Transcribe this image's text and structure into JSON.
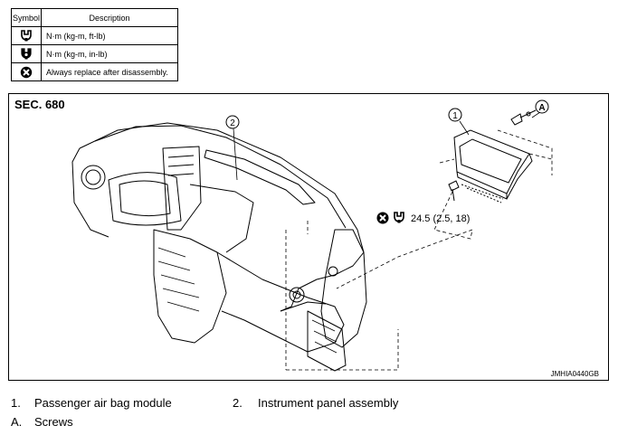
{
  "legend": {
    "header_symbol": "Symbol",
    "header_description": "Description",
    "rows": [
      {
        "icon": "torque-wrench-ftlb-icon",
        "description": "N·m (kg-m, ft-lb)"
      },
      {
        "icon": "torque-wrench-inlb-icon",
        "description": "N·m (kg-m, in-lb)"
      },
      {
        "icon": "always-replace-icon",
        "description": "Always replace after disassembly."
      }
    ]
  },
  "figure": {
    "section": "SEC. 680",
    "callouts": [
      "1",
      "2",
      "A"
    ],
    "torque_spec": "24.5 (2.5, 18)",
    "figure_code": "JMHIA0440GB"
  },
  "captions": [
    {
      "number": "1.",
      "text": "Passenger air bag module"
    },
    {
      "number": "2.",
      "text": "Instrument panel assembly"
    },
    {
      "number": "A.",
      "text": "Screws"
    }
  ]
}
